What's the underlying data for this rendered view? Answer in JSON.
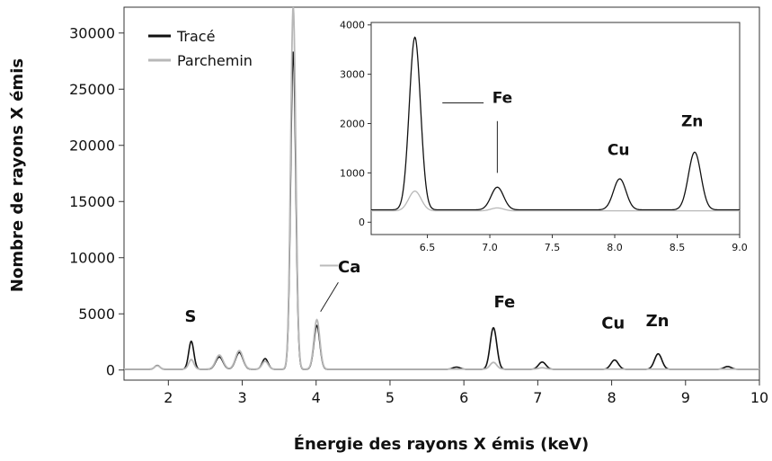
{
  "chart_data": {
    "type": "line",
    "xlabel": "Énergie des rayons X émis (keV)",
    "ylabel": "Nombre de rayons X émis",
    "xlim": [
      1.4,
      10
    ],
    "ylim": [
      -900,
      32300
    ],
    "xticks": [
      2,
      3,
      4,
      5,
      6,
      7,
      8,
      9,
      10
    ],
    "yticks": [
      0,
      5000,
      10000,
      15000,
      20000,
      25000,
      30000
    ],
    "legend_position": "top-left",
    "series": [
      {
        "name": "Tracé",
        "color": "#111111",
        "baseline": 60,
        "peaks": [
          {
            "x": 1.85,
            "h": 350,
            "w": 0.035
          },
          {
            "x": 2.31,
            "h": 2500,
            "w": 0.035
          },
          {
            "x": 2.69,
            "h": 1100,
            "w": 0.05
          },
          {
            "x": 2.96,
            "h": 1500,
            "w": 0.05
          },
          {
            "x": 3.31,
            "h": 950,
            "w": 0.04
          },
          {
            "x": 3.69,
            "h": 28300,
            "w": 0.035
          },
          {
            "x": 4.01,
            "h": 3900,
            "w": 0.04
          },
          {
            "x": 5.9,
            "h": 200,
            "w": 0.05
          },
          {
            "x": 6.4,
            "h": 3700,
            "w": 0.045
          },
          {
            "x": 7.06,
            "h": 650,
            "w": 0.05
          },
          {
            "x": 8.04,
            "h": 830,
            "w": 0.05
          },
          {
            "x": 8.63,
            "h": 1380,
            "w": 0.05
          },
          {
            "x": 9.57,
            "h": 250,
            "w": 0.05
          }
        ]
      },
      {
        "name": "Parchemin",
        "color": "#b8b8b8",
        "baseline": 80,
        "peaks": [
          {
            "x": 1.85,
            "h": 300,
            "w": 0.035
          },
          {
            "x": 2.31,
            "h": 850,
            "w": 0.035
          },
          {
            "x": 2.69,
            "h": 1250,
            "w": 0.05
          },
          {
            "x": 2.96,
            "h": 1650,
            "w": 0.05
          },
          {
            "x": 3.31,
            "h": 700,
            "w": 0.04
          },
          {
            "x": 3.69,
            "h": 32300,
            "w": 0.035
          },
          {
            "x": 4.01,
            "h": 4400,
            "w": 0.04
          },
          {
            "x": 6.4,
            "h": 600,
            "w": 0.045
          },
          {
            "x": 7.06,
            "h": 120,
            "w": 0.05
          }
        ]
      }
    ],
    "annotations": [
      {
        "text": "S",
        "x": 2.3,
        "y": 4300
      },
      {
        "text": "Ca",
        "x": 4.45,
        "y": 8700
      },
      {
        "text": "Fe",
        "x": 6.55,
        "y": 5600
      },
      {
        "text": "Cu",
        "x": 8.02,
        "y": 3700
      },
      {
        "text": "Zn",
        "x": 8.62,
        "y": 3900
      }
    ],
    "inset": {
      "xlim": [
        6.05,
        9.0
      ],
      "ylim": [
        -250,
        4050
      ],
      "xticks": [
        6.5,
        7.0,
        7.5,
        8.0,
        8.5,
        9.0
      ],
      "xtick_labels": [
        "6.5",
        "7.0",
        "7.5",
        "8.0",
        "8.5",
        "9.0"
      ],
      "yticks": [
        0,
        1000,
        2000,
        3000,
        4000
      ],
      "series": [
        {
          "name": "Tracé",
          "color": "#111111",
          "baseline": 250,
          "peaks": [
            {
              "x": 6.4,
              "h": 3500,
              "w": 0.045
            },
            {
              "x": 7.06,
              "h": 460,
              "w": 0.05
            },
            {
              "x": 8.04,
              "h": 630,
              "w": 0.05
            },
            {
              "x": 8.64,
              "h": 1170,
              "w": 0.05
            }
          ]
        },
        {
          "name": "Parchemin",
          "color": "#b8b8b8",
          "baseline": 230,
          "peaks": [
            {
              "x": 6.4,
              "h": 400,
              "w": 0.05
            },
            {
              "x": 7.06,
              "h": 60,
              "w": 0.05
            }
          ]
        }
      ],
      "annotations": [
        {
          "text": "Fe",
          "x": 7.1,
          "y": 2420
        },
        {
          "text": "Cu",
          "x": 8.03,
          "y": 1360
        },
        {
          "text": "Zn",
          "x": 8.62,
          "y": 1950
        }
      ]
    }
  }
}
